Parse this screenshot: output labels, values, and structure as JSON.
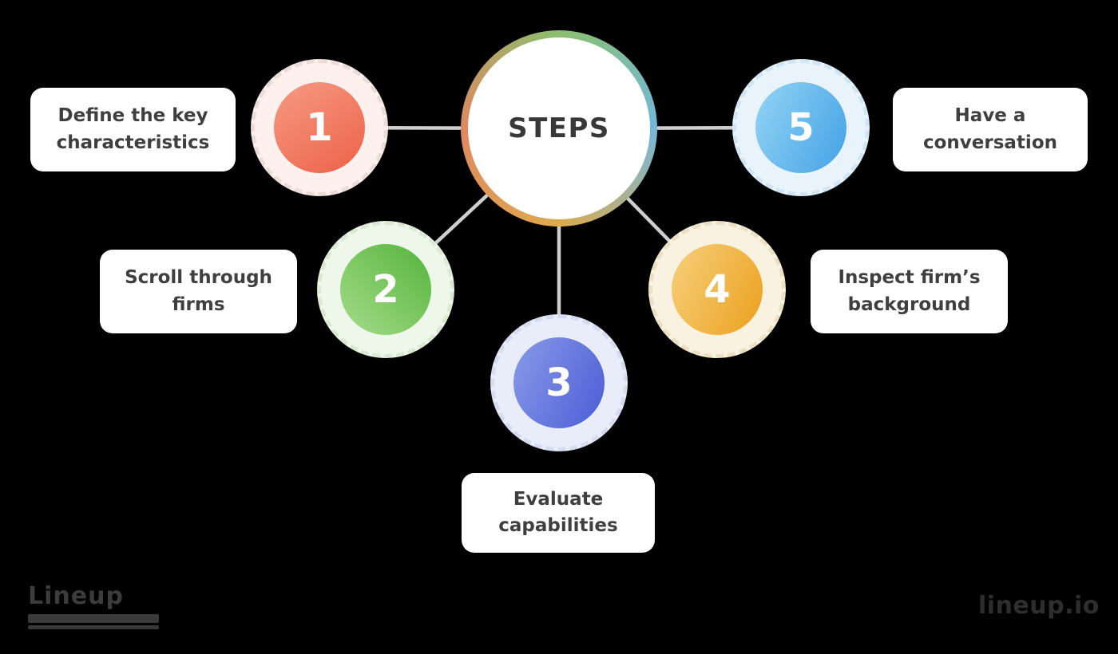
{
  "background_color": "#000000",
  "center": {
    "label": "STEPS",
    "ring_colors": [
      "#8abf6e",
      "#74b7da",
      "#ddab4e",
      "#e0875f"
    ],
    "fill": "#ffffff",
    "text_color": "#383838"
  },
  "connector_color": "#cfcfcf",
  "steps": [
    {
      "number": "1",
      "lines": [
        "Define the key",
        "characteristics"
      ],
      "inner_gradient": {
        "angle": 145,
        "from": "#f79a83",
        "to": "#ec6247"
      },
      "ring_color": "#fdf0ed",
      "dash_color": "#ecdcd8"
    },
    {
      "number": "2",
      "lines": [
        "Scroll through",
        "firms"
      ],
      "inner_gradient": {
        "angle": 45,
        "from": "#a6dc8c",
        "to": "#54b43a"
      },
      "ring_color": "#eef8ea",
      "dash_color": "#d9e9d2"
    },
    {
      "number": "3",
      "lines": [
        "Evaluate",
        "capabilities"
      ],
      "inner_gradient": {
        "angle": 115,
        "from": "#8a9ae9",
        "to": "#4b5dd6"
      },
      "ring_color": "#e9edfa",
      "dash_color": "#d5dcf0"
    },
    {
      "number": "4",
      "lines": [
        "Inspect firm’s",
        "background"
      ],
      "inner_gradient": {
        "angle": 115,
        "from": "#f7d07c",
        "to": "#eba01d"
      },
      "ring_color": "#faf2e0",
      "dash_color": "#ecdfc4"
    },
    {
      "number": "5",
      "lines": [
        "Have a",
        "conversation"
      ],
      "inner_gradient": {
        "angle": 115,
        "from": "#93d4f5",
        "to": "#43a2e5"
      },
      "ring_color": "#e8f3fb",
      "dash_color": "#d2e5f3"
    }
  ],
  "watermarks": {
    "left_logo": "Lineup",
    "right_logo": "lineup.io"
  },
  "label_text_color": "#3f3f3f"
}
